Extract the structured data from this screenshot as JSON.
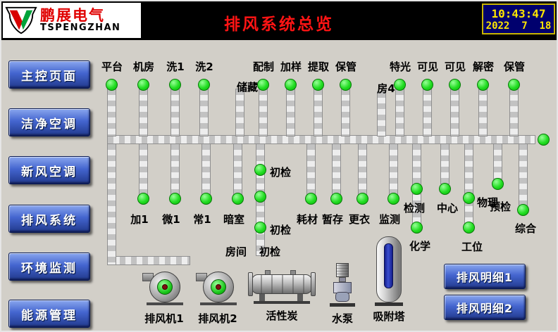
{
  "header": {
    "title": "排风系统总览"
  },
  "logo": {
    "brand": "鹏展电气",
    "sub": "TSPENGZHAN"
  },
  "clock": {
    "time": "10:43:47",
    "date": "2022  7  18"
  },
  "nav": {
    "items": [
      {
        "label": "主控页面"
      },
      {
        "label": "洁净空调"
      },
      {
        "label": "新风空调"
      },
      {
        "label": "排风系统"
      },
      {
        "label": "环境监测"
      },
      {
        "label": "能源管理"
      }
    ]
  },
  "rooms": {
    "top": [
      "平台",
      "机房",
      "洗1",
      "洗2",
      "配制",
      "加样",
      "提取",
      "保管",
      "特光",
      "可见",
      "可见",
      "解密",
      "保管"
    ],
    "branch": [
      "储藏",
      "房4"
    ],
    "mid": [
      "加1",
      "微1",
      "常1",
      "暗室",
      "耗材",
      "暂存",
      "更衣",
      "监测"
    ],
    "right": [
      "检测",
      "中心",
      "物理",
      "预检",
      "综合",
      "化学",
      "工位"
    ],
    "inspect": [
      "初检",
      "初检",
      "房间",
      "初检"
    ]
  },
  "equipment": [
    {
      "label": "排风机1"
    },
    {
      "label": "排风机2"
    },
    {
      "label": "活性炭"
    },
    {
      "label": "水泵"
    },
    {
      "label": "吸附塔"
    }
  ],
  "detail_buttons": [
    {
      "label": "排风明细1"
    },
    {
      "label": "排风明细2"
    }
  ],
  "colors": {
    "lamp_on": "#22dd22",
    "title_red": "#ff1414",
    "clock_text": "#ffe600",
    "clock_bg": "#00006e",
    "button_blue": "#4465cf",
    "canvas_gray": "#d2cfc8"
  }
}
